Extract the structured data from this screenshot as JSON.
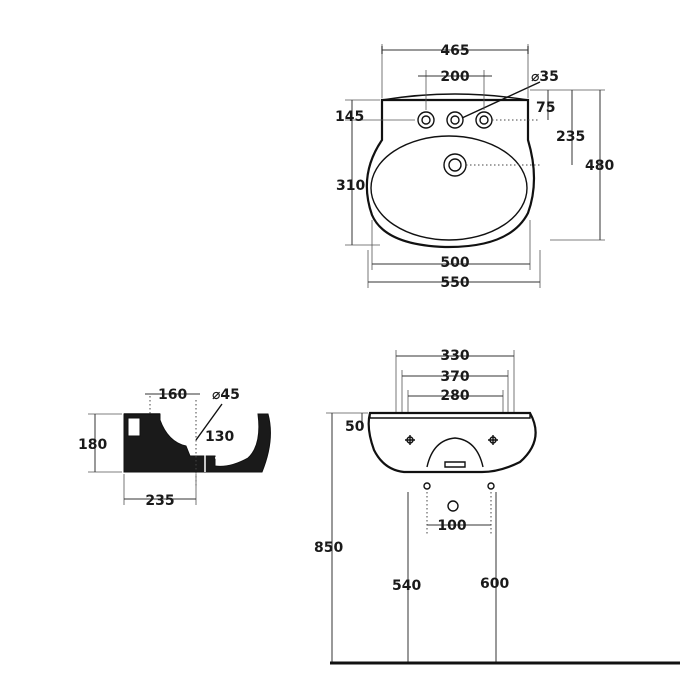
{
  "colors": {
    "line": "#111111",
    "background": "#ffffff",
    "section_fill": "#1a1a1a"
  },
  "top_view": {
    "overall_width_top": "465",
    "tap_hole_spacing": "200",
    "tap_hole_diameter": "⌀35",
    "tap_hole_offset": "75",
    "tap_to_drain": "235",
    "overall_depth": "480",
    "back_to_taps": "145",
    "bowl_depth": "310",
    "bowl_width": "500",
    "overall_width": "550"
  },
  "side_view": {
    "drain_offset": "160",
    "drain_diameter": "⌀45",
    "drain_depth": "130",
    "height": "180",
    "base_to_drain": "235"
  },
  "front_view": {
    "width_outer": "330",
    "width_middle": "370",
    "width_inner": "280",
    "rim_height": "50",
    "install_height": "850",
    "waste_spacing": "100",
    "left_supply_height": "540",
    "right_supply_height": "600"
  }
}
